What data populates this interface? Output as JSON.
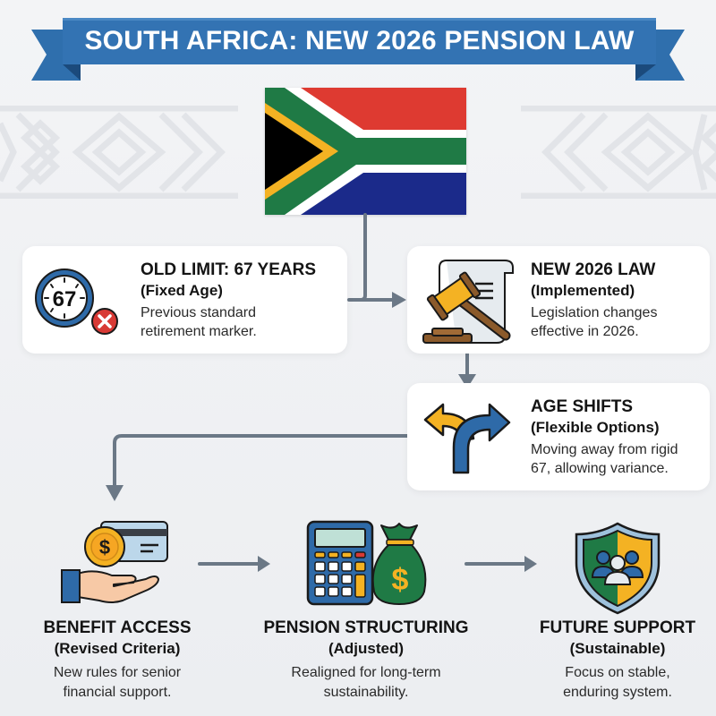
{
  "header": {
    "title": "SOUTH AFRICA: NEW 2026 PENSION LAW",
    "banner_color": "#2f6fad",
    "banner_tail_color": "#235a92"
  },
  "flag": {
    "icon": "south-africa-flag-icon",
    "colors": {
      "red": "#de3a31",
      "blue": "#1b2a8a",
      "green": "#1f7a45",
      "gold": "#f4b223",
      "black": "#000000",
      "white": "#ffffff"
    }
  },
  "flow": {
    "cards": [
      {
        "id": "old-limit",
        "icon": "clock-67-with-x-icon",
        "icon_label": "67",
        "title": "OLD LIMIT: 67 YEARS",
        "subtitle": "(Fixed Age)",
        "body": "Previous standard retirement marker."
      },
      {
        "id": "new-law",
        "icon": "gavel-document-icon",
        "title": "NEW 2026 LAW",
        "subtitle": "(Implemented)",
        "body": "Legislation changes effective in 2026."
      },
      {
        "id": "age-shifts",
        "icon": "split-arrows-icon",
        "title": "AGE SHIFTS",
        "subtitle": "(Flexible Options)",
        "body": "Moving away from rigid 67, allowing variance."
      }
    ],
    "outcomes": [
      {
        "id": "benefit-access",
        "icon": "hand-coin-card-icon",
        "coin_symbol": "$",
        "title": "BENEFIT ACCESS",
        "subtitle": "(Revised Criteria)",
        "body_lines": [
          "New rules for senior",
          "financial support."
        ]
      },
      {
        "id": "pension-structuring",
        "icon": "calculator-money-bag-icon",
        "coin_symbol": "$",
        "title": "PENSION STRUCTURING",
        "subtitle": "(Adjusted)",
        "body_lines": [
          "Realigned for long-term",
          "sustainability."
        ]
      },
      {
        "id": "future-support",
        "icon": "shield-people-icon",
        "title": "FUTURE SUPPORT",
        "subtitle": "(Sustainable)",
        "body_lines": [
          "Focus on stable,",
          "enduring system."
        ]
      }
    ],
    "connector_color": "#6b7886"
  }
}
